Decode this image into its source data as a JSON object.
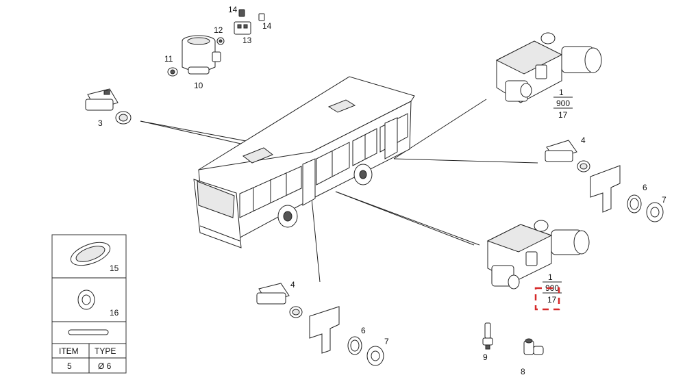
{
  "callouts": {
    "c14a": "14",
    "c14b": "14",
    "c12": "12",
    "c13": "13",
    "c11": "11",
    "c10": "10",
    "c3": "3",
    "c4a": "4",
    "c6a": "6",
    "c7a": "7",
    "c4b": "4",
    "c6b": "6",
    "c7b": "7",
    "c9": "9",
    "c8": "8"
  },
  "refs": [
    {
      "num": "1",
      "page": "900",
      "sub": "17"
    },
    {
      "num": "1",
      "page": "900",
      "sub": "17"
    }
  ],
  "legend": {
    "rows": [
      {
        "label": "15"
      },
      {
        "label": "16"
      }
    ],
    "table": {
      "headers": [
        "ITEM",
        "TYPE"
      ],
      "values": [
        "5",
        "Ø 6"
      ]
    }
  },
  "highlight_color": "#d62828"
}
